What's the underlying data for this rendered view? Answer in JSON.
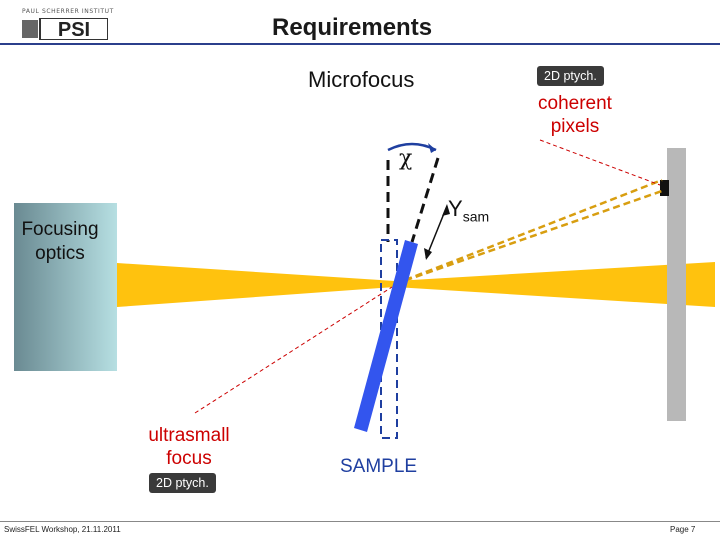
{
  "header": {
    "logo_top_text": "PAUL SCHERRER INSTITUT",
    "logo_text": "PSI",
    "title": "Requirements"
  },
  "diagram": {
    "microfocus_label": "Microfocus",
    "badge_top": "2D ptych.",
    "coherent_line1": "coherent",
    "coherent_line2": "pixels",
    "chi_symbol": "χ",
    "ysam_main": "Y",
    "ysam_sub": "sam",
    "focusing_line1": "Focusing",
    "focusing_line2": "optics",
    "ultrasmall_line1": "ultrasmall",
    "ultrasmall_line2": "focus",
    "badge_bottom": "2D ptych.",
    "sample_label": "SAMPLE"
  },
  "colors": {
    "beam": "#ffc20e",
    "sample": "#3355ee",
    "annotation_red": "#cc0000",
    "detector": "#b8b8b8",
    "optics_dark": "#6a8a92",
    "optics_light": "#b6dfe2"
  },
  "footer": {
    "left": "SwissFEL Workshop, 21.11.2011",
    "right": "Page 7"
  }
}
